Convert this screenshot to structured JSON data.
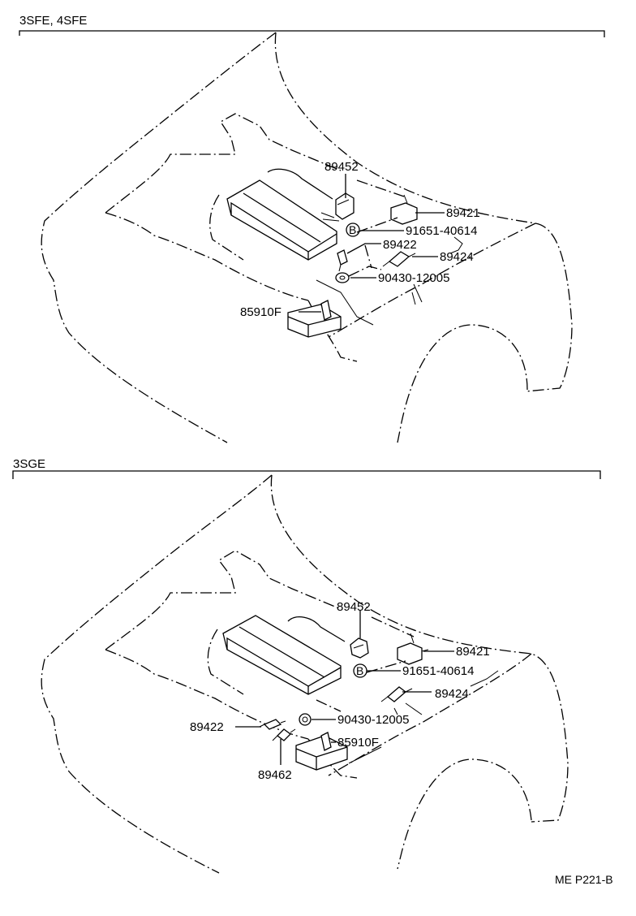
{
  "sections": [
    {
      "engine_label": "3SFE, 4SFE",
      "parts": {
        "p89452": "89452",
        "p89421": "89421",
        "p91651": "91651-40614",
        "p89422": "89422",
        "p89424": "89424",
        "p90430": "90430-12005",
        "p85910": "85910F"
      }
    },
    {
      "engine_label": "3SGE",
      "parts": {
        "p89452": "89452",
        "p89421": "89421",
        "p91651": "91651-40614",
        "p89424": "89424",
        "p90430": "90430-12005",
        "p89422": "89422",
        "p85910": "85910F",
        "p89462": "89462"
      }
    }
  ],
  "bolt_symbol": "B",
  "figure_code": "ME P221-B"
}
